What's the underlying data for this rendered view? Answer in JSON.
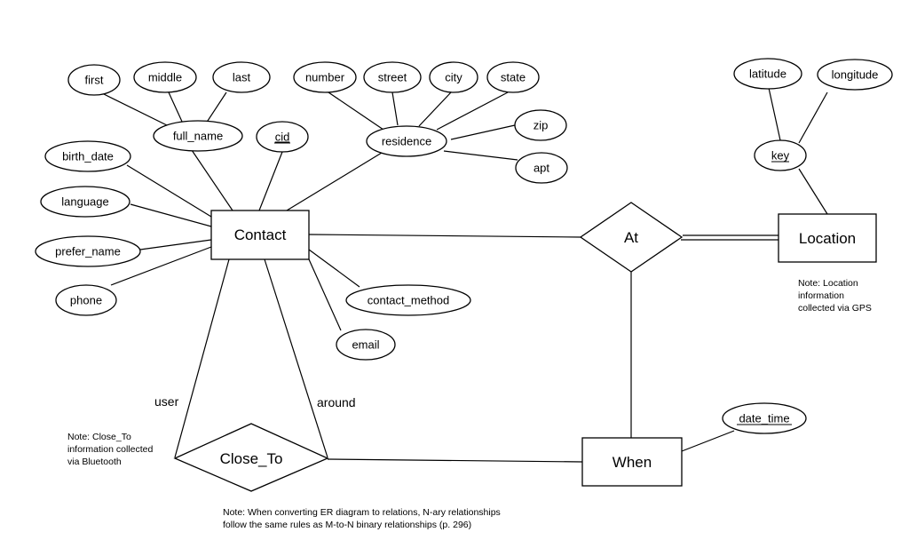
{
  "entities": {
    "contact": "Contact",
    "location": "Location",
    "when": "When"
  },
  "relationships": {
    "at": "At",
    "close_to": "Close_To"
  },
  "attributes": {
    "first": "first",
    "middle": "middle",
    "last": "last",
    "full_name": "full_name",
    "cid": "cid",
    "number": "number",
    "street": "street",
    "city": "city",
    "state": "state",
    "zip": "zip",
    "apt": "apt",
    "residence": "residence",
    "birth_date": "birth_date",
    "language": "language",
    "prefer_name": "prefer_name",
    "phone": "phone",
    "contact_method": "contact_method",
    "email": "email",
    "latitude": "latitude",
    "longitude": "longitude",
    "key": "key",
    "date_time": "date_time"
  },
  "roles": {
    "user": "user",
    "around": "around"
  },
  "notes": {
    "location": [
      "Note: Location",
      "information",
      "collected via GPS"
    ],
    "close_to": [
      "Note: Close_To",
      "information collected",
      "via Bluetooth"
    ],
    "nary": [
      "Note: When converting ER diagram to relations, N-ary relationships",
      "follow the same rules as M-to-N binary relationships (p. 296)"
    ]
  }
}
